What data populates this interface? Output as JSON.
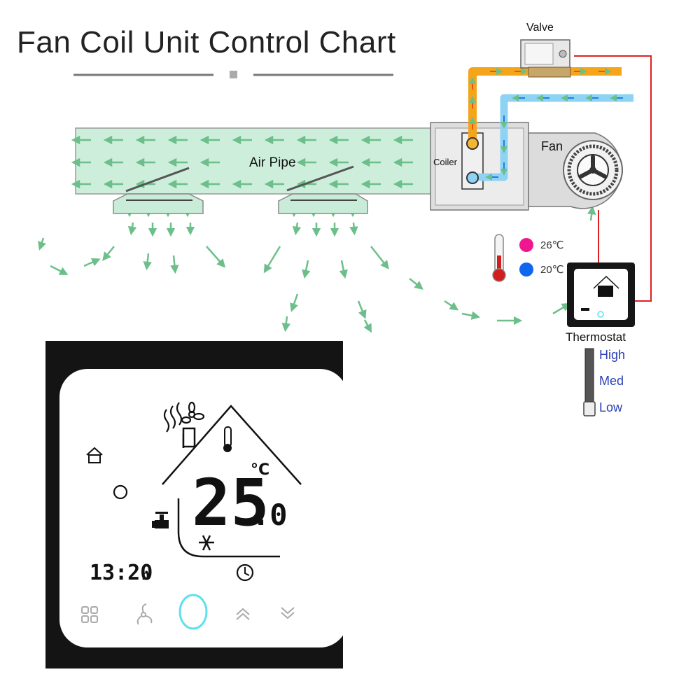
{
  "title": "Fan Coil Unit Control Chart",
  "labels": {
    "valve": "Valve",
    "air_pipe": "Air Pipe",
    "coiler": "Coiler",
    "fan": "Fan",
    "thermostat": "Thermostat"
  },
  "temperatures": {
    "hot": {
      "value": "26℃",
      "color": "#f0168f"
    },
    "cold": {
      "value": "20℃",
      "color": "#1166ee"
    }
  },
  "fan_speeds": [
    "High",
    "Med",
    "Low"
  ],
  "display": {
    "temperature_integer": "25",
    "temperature_decimal": ".0",
    "unit": "°C",
    "clock": "13:20",
    "clock_suffix": "h"
  },
  "colors": {
    "air": "#6cbf8a",
    "air_pipe_fill": "#cdeedb",
    "hot_pipe": "#f5a51a",
    "cold_pipe": "#8fd3f4",
    "wire": "#e02020",
    "power_ring": "#5fe0ee",
    "bezel": "#141414"
  },
  "icons": [
    "fan-heat-icon",
    "thermometer-icon",
    "house-person-icon",
    "dollar-icon",
    "valve-icon",
    "snowflake-icon",
    "clock-icon",
    "menu-grid-icon",
    "fan-button-icon",
    "power-button-icon",
    "up-chevron-icon",
    "down-chevron-icon"
  ]
}
